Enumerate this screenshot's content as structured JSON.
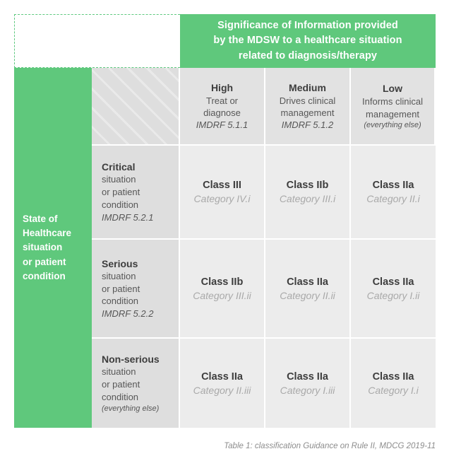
{
  "banner": {
    "line1": "Significance of Information provided",
    "line2": "by the MDSW to a healthcare situation",
    "line3": "related to diagnosis/therapy"
  },
  "side_label": {
    "line1": "State of",
    "line2": "Healthcare",
    "line3": "situation",
    "line4": "or patient",
    "line5": "condition"
  },
  "columns": [
    {
      "title": "High",
      "desc_line1": "Treat or",
      "desc_line2": "diagnose",
      "ref": "IMDRF 5.1.1",
      "ref_small": false
    },
    {
      "title": "Medium",
      "desc_line1": "Drives clinical",
      "desc_line2": "management",
      "ref": "IMDRF 5.1.2",
      "ref_small": false
    },
    {
      "title": "Low",
      "desc_line1": "Informs clinical",
      "desc_line2": "management",
      "ref": "(everything else)",
      "ref_small": true
    }
  ],
  "rows": [
    {
      "title": "Critical",
      "desc_line1": "situation",
      "desc_line2": "or patient",
      "desc_line3": "condition",
      "ref": "IMDRF 5.2.1",
      "ref_small": false
    },
    {
      "title": "Serious",
      "desc_line1": "situation",
      "desc_line2": "or patient",
      "desc_line3": "condition",
      "ref": "IMDRF 5.2.2",
      "ref_small": false
    },
    {
      "title": "Non-serious",
      "desc_line1": "situation",
      "desc_line2": "or patient",
      "desc_line3": "condition",
      "ref": "(everything else)",
      "ref_small": true
    }
  ],
  "cells": [
    [
      {
        "class": "Class III",
        "category": "Category IV.i"
      },
      {
        "class": "Class IIb",
        "category": "Category III.i"
      },
      {
        "class": "Class IIa",
        "category": "Category II.i"
      }
    ],
    [
      {
        "class": "Class IIb",
        "category": "Category III.ii"
      },
      {
        "class": "Class IIa",
        "category": "Category II.ii"
      },
      {
        "class": "Class IIa",
        "category": "Category I.ii"
      }
    ],
    [
      {
        "class": "Class IIa",
        "category": "Category II.iii"
      },
      {
        "class": "Class IIa",
        "category": "Category I.iii"
      },
      {
        "class": "Class IIa",
        "category": "Category I.i"
      }
    ]
  ],
  "caption": "Table 1: classification Guidance on Rule II, MDCG 2019-11",
  "colors": {
    "green": "#5fc87c",
    "header_gray": "#e2e2e2",
    "rowhead_gray": "#dedede",
    "cell_gray": "#ececec",
    "category_gray": "#a9a9a9"
  }
}
